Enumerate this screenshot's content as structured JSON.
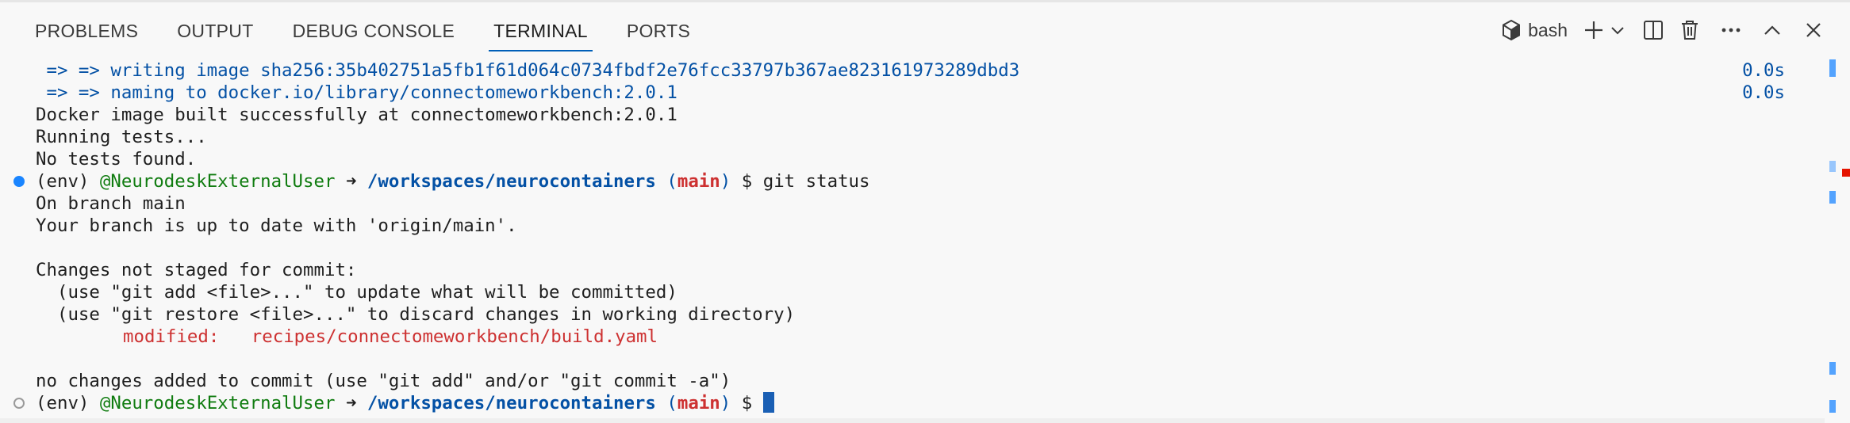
{
  "panel": {
    "tabs": [
      {
        "label": "PROBLEMS",
        "active": false
      },
      {
        "label": "OUTPUT",
        "active": false
      },
      {
        "label": "DEBUG CONSOLE",
        "active": false
      },
      {
        "label": "TERMINAL",
        "active": true
      },
      {
        "label": "PORTS",
        "active": false
      }
    ],
    "actions": {
      "shell_name": "bash",
      "shell_icon": "terminal-profile-icon",
      "new_terminal_icon": "plus-icon",
      "dropdown_icon": "chevron-down-icon",
      "split_icon": "split-terminal-icon",
      "kill_icon": "trash-icon",
      "more_icon": "ellipsis-icon",
      "maximize_icon": "chevron-up-icon",
      "close_icon": "close-icon"
    }
  },
  "terminal": {
    "build_output": [
      {
        "text": " => => writing image sha256:35b402751a5fb1f61d064c0734fbdf2e76fcc33797b367ae823161973289dbd3",
        "time": "0.0s"
      },
      {
        "text": " => => naming to docker.io/library/connectomeworkbench:2.0.1",
        "time": "0.0s"
      }
    ],
    "messages": {
      "built": "Docker image built successfully at connectomeworkbench:2.0.1",
      "running": "Running tests...",
      "no_tests": "No tests found."
    },
    "prompt": {
      "env": "(env)",
      "user": "@NeurodeskExternalUser",
      "arrow": "➜",
      "path": "/workspaces/neurocontainers",
      "branch_open": "(",
      "branch": "main",
      "branch_close": ")",
      "dollar": "$"
    },
    "command_1": "git status",
    "status_output": {
      "on_branch": "On branch main",
      "up_to_date": "Your branch is up to date with 'origin/main'.",
      "not_staged_header": "Changes not staged for commit:",
      "hint_add": "  (use \"git add <file>...\" to update what will be committed)",
      "hint_restore": "  (use \"git restore <file>...\" to discard changes in working directory)",
      "modified_label": "\tmodified:   ",
      "modified_file": "recipes/connectomeworkbench/build.yaml",
      "summary": "no changes added to commit (use \"git add\" and/or \"git commit -a\")"
    },
    "colors": {
      "blue": "#0451a5",
      "red": "#cd3131",
      "green": "#107c10",
      "accent": "#005fb8"
    }
  }
}
